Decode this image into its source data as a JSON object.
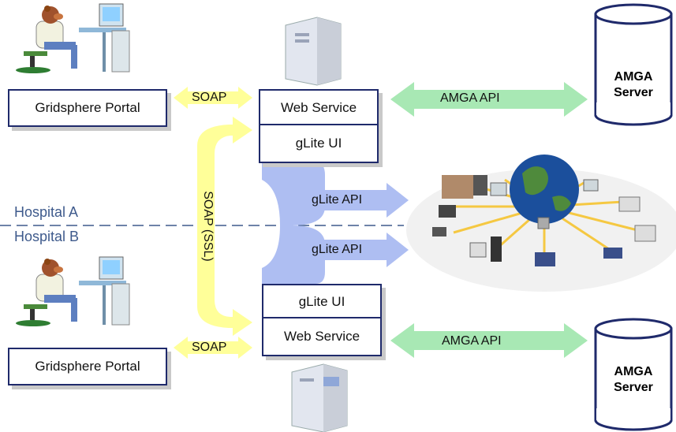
{
  "portal_top": {
    "label": "Gridsphere Portal"
  },
  "portal_bottom": {
    "label": "Gridsphere Portal"
  },
  "soap_top": "SOAP",
  "soap_bottom": "SOAP",
  "soap_ssl": "SOAP (SSL)",
  "server_top": {
    "web_service": "Web Service",
    "glite_ui": "gLite UI"
  },
  "server_bottom": {
    "glite_ui": "gLite UI",
    "web_service": "Web Service"
  },
  "amga_api_top": "AMGA API",
  "amga_api_bottom": "AMGA API",
  "glite_api_top": "gLite API",
  "glite_api_bottom": "gLite API",
  "amga_top": {
    "line1": "AMGA",
    "line2": "Server"
  },
  "amga_bottom": {
    "line1": "AMGA",
    "line2": "Server"
  },
  "hospital_a": "Hospital A",
  "hospital_b": "Hospital B",
  "colors": {
    "box_border": "#1f2a6b",
    "amga_arrow": "#a8e8b4",
    "glite_arrow": "#aebef2",
    "soap_arrow": "#ffff99",
    "hospital_text": "#3e5a8c"
  }
}
